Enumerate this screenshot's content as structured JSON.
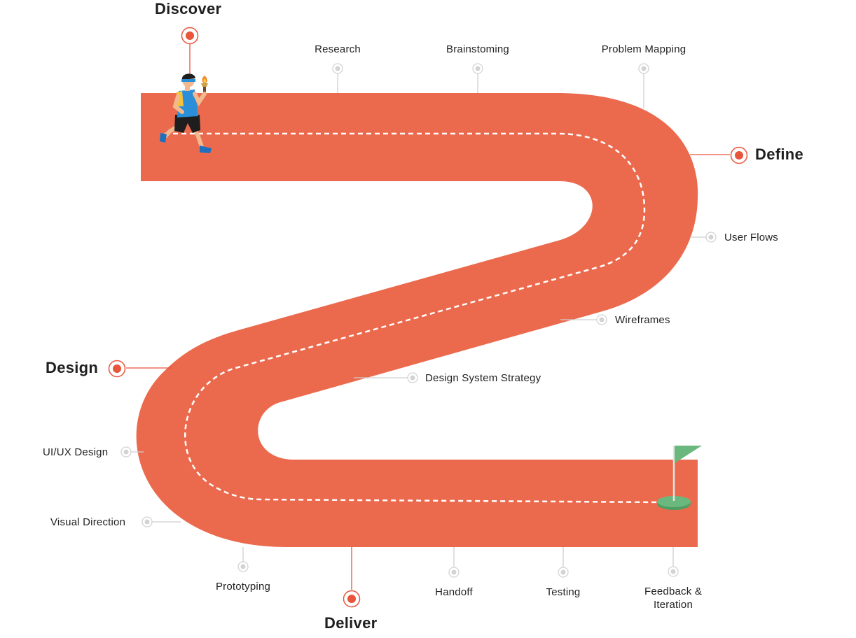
{
  "colors": {
    "track": "#EB6A4E",
    "accent": "#E8553B",
    "connector_gray": "#C9C9C9",
    "dash": "#FFFFFF",
    "flag": "#6BB87E"
  },
  "phases": {
    "discover": "Discover",
    "define": "Define",
    "design": "Design",
    "deliver": "Deliver"
  },
  "steps": {
    "research": "Research",
    "brainstorming": "Brainstoming",
    "problem_mapping": "Problem Mapping",
    "user_flows": "User Flows",
    "wireframes": "Wireframes",
    "design_system_strategy": "Design System Strategy",
    "ui_ux_design": "UI/UX Design",
    "visual_direction": "Visual Direction",
    "prototyping": "Prototyping",
    "handoff": "Handoff",
    "testing": "Testing",
    "feedback_line1": "Feedback &",
    "feedback_line2": "Iteration"
  },
  "icons": {
    "runner": "runner-with-torch-icon",
    "finish": "finish-flag-icon"
  }
}
